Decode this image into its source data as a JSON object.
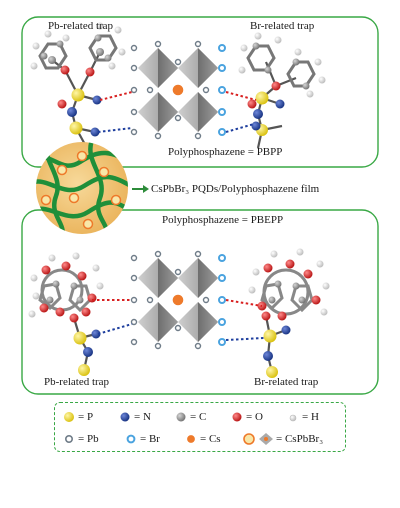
{
  "top_panel": {
    "left_trap": "Pb-related trap",
    "right_trap": "Br-related trap",
    "polymer_label": "Polyphosphazene = PBPP"
  },
  "middle": {
    "film_label": "CsPbBr₃ PQDs/Polyphosphazene film"
  },
  "bottom_panel": {
    "polymer_label": "Polyphosphazene = PBEPP",
    "left_trap": "Pb-related trap",
    "right_trap": "Br-related trap"
  },
  "legend": {
    "row1": [
      {
        "icon": "phosphorus-atom-icon",
        "label": "= P"
      },
      {
        "icon": "nitrogen-atom-icon",
        "label": "= N"
      },
      {
        "icon": "carbon-atom-icon",
        "label": "= C"
      },
      {
        "icon": "oxygen-atom-icon",
        "label": "= O"
      },
      {
        "icon": "hydrogen-atom-icon",
        "label": "= H"
      }
    ],
    "row2": [
      {
        "icon": "lead-atom-icon",
        "label": "= Pb"
      },
      {
        "icon": "bromine-atom-icon",
        "label": "= Br"
      },
      {
        "icon": "cesium-atom-icon",
        "label": "= Cs"
      },
      {
        "icon": "quantum-dot-icon",
        "label": "= CsPbBr₃"
      }
    ]
  },
  "colors": {
    "panel_border": "#39a845",
    "phosphorus": "#e8d21a",
    "nitrogen": "#1f3f9e",
    "carbon": "#8c8c8c",
    "oxygen": "#d82020",
    "hydrogen": "#d9d9d9",
    "lead": "#6f7c88",
    "bromine": "#4aa3df",
    "cesium": "#ee7a2b",
    "polymer_chain": "#1f8f3a",
    "film_background": "#f3c77a"
  }
}
